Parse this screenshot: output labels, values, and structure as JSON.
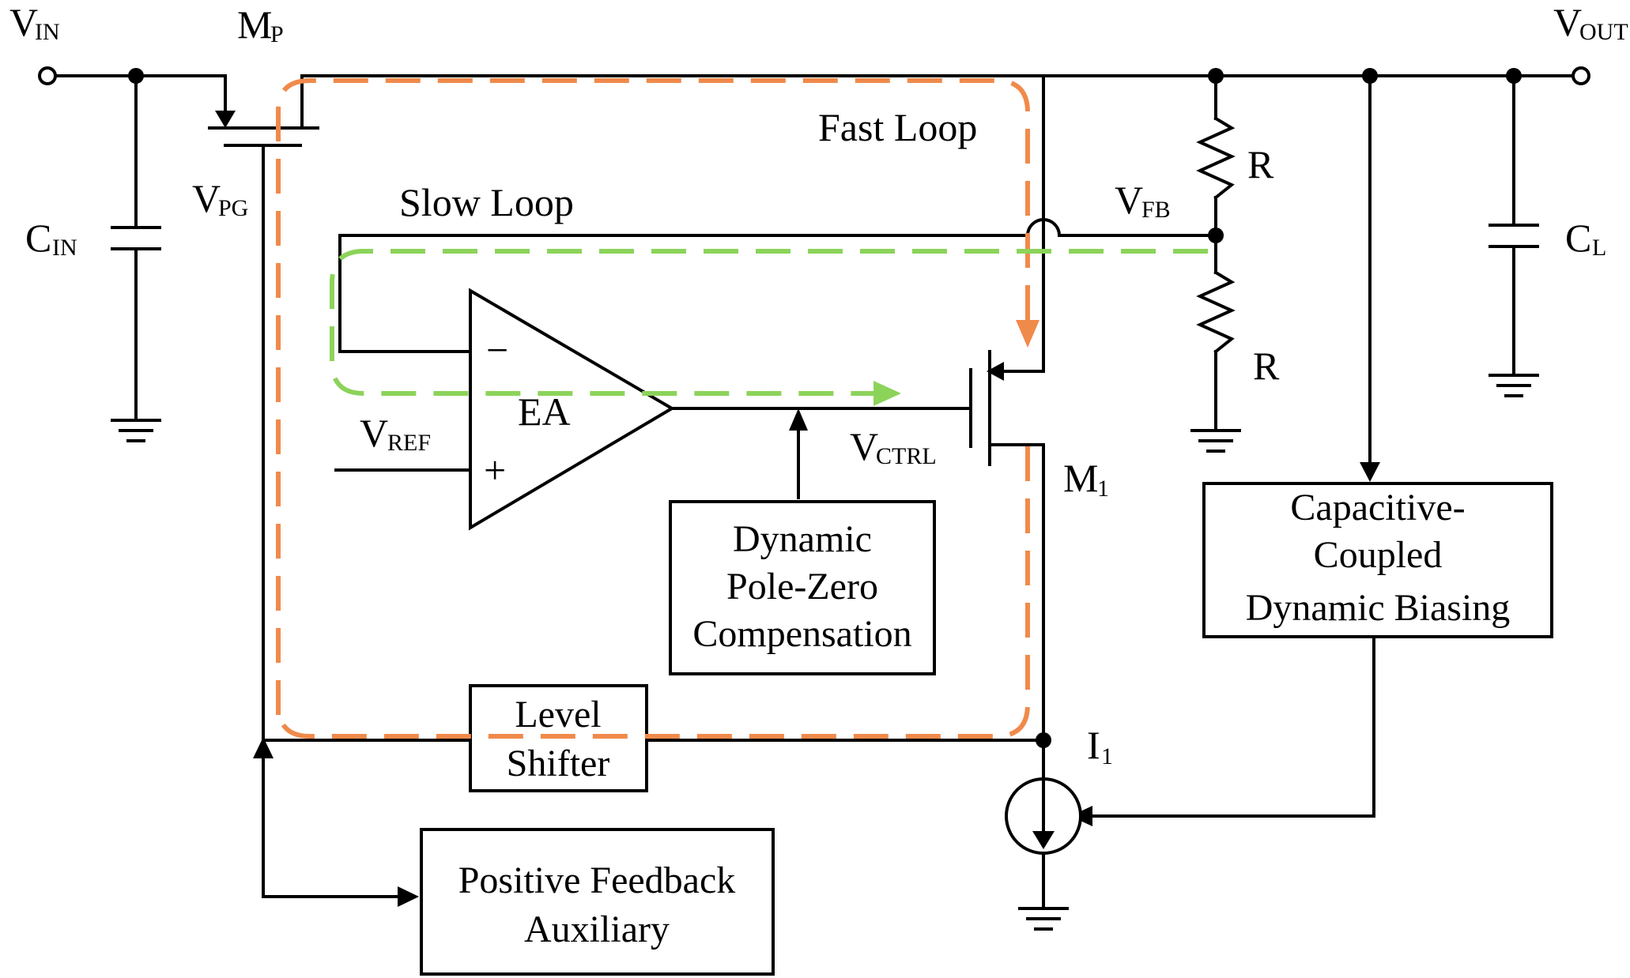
{
  "labels": {
    "vin": {
      "main": "V",
      "sub": "IN"
    },
    "vout": {
      "main": "V",
      "sub": "OUT"
    },
    "mp": {
      "main": "M",
      "sub": "P"
    },
    "vpg": {
      "main": "V",
      "sub": "PG"
    },
    "cin": {
      "main": "C",
      "sub": "IN"
    },
    "cl": {
      "main": "C",
      "sub": "L"
    },
    "vfb": {
      "main": "V",
      "sub": "FB"
    },
    "vref": {
      "main": "V",
      "sub": "REF"
    },
    "vctrl": {
      "main": "V",
      "sub": "CTRL"
    },
    "m1": {
      "main": "M",
      "sub": "1"
    },
    "i1": {
      "main": "I",
      "sub": "1"
    },
    "r_top": "R",
    "r_bottom": "R",
    "ea": "EA",
    "minus": "−",
    "plus": "+"
  },
  "loops": {
    "fast": {
      "label": "Fast Loop",
      "color": "#F08A4B"
    },
    "slow": {
      "label": "Slow Loop",
      "color": "#8CD35A"
    }
  },
  "blocks": {
    "dynamic_pz": [
      "Dynamic",
      "Pole-Zero",
      "Compensation"
    ],
    "level_shifter": [
      "Level",
      "Shifter"
    ],
    "capacitive_biasing": [
      "Capacitive-",
      "Coupled",
      "Dynamic Biasing"
    ],
    "positive_feedback": [
      "Positive Feedback",
      "Auxiliary"
    ]
  }
}
